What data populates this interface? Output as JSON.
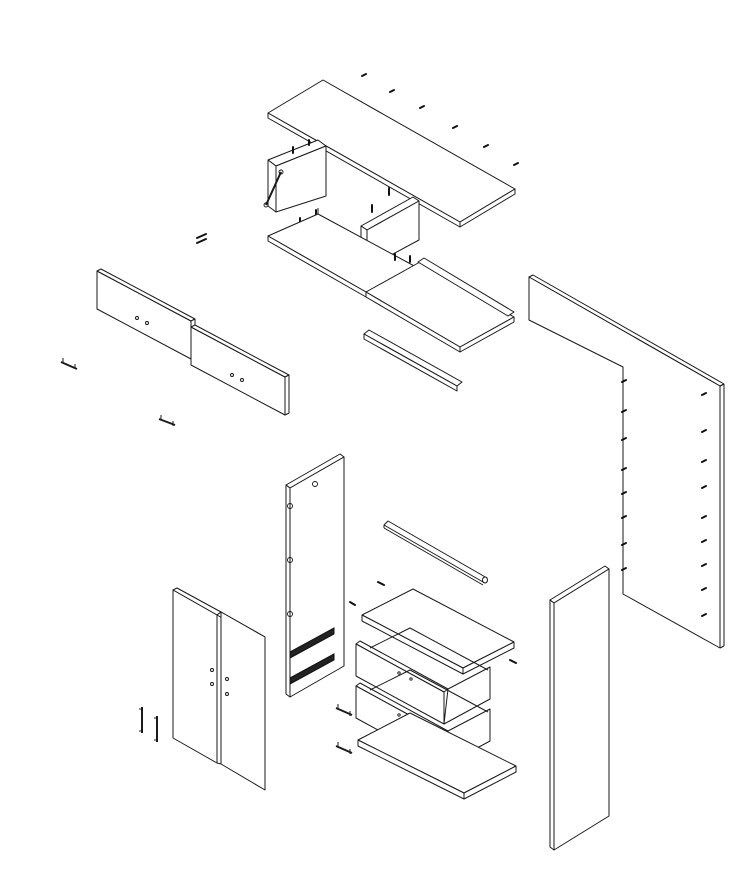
{
  "figure": {
    "kind": "exploded furniture assembly drawing",
    "line_color": "#1a1a1a",
    "background": "#ffffff",
    "components": [
      "hutch-top-shelf",
      "hutch-left-side",
      "hutch-inner-divider",
      "hutch-bottom-shelf",
      "hutch-sliding-panel",
      "hutch-rail",
      "upper-door-left",
      "upper-door-right",
      "back-panel",
      "left-side-panel",
      "hanging-rod",
      "lower-door-left",
      "lower-door-right",
      "drawer-top-board",
      "drawer-upper",
      "drawer-lower",
      "drawer-bottom-board",
      "right-side-panel",
      "door-handles",
      "drawer-handles",
      "dowels-and-screws"
    ]
  }
}
